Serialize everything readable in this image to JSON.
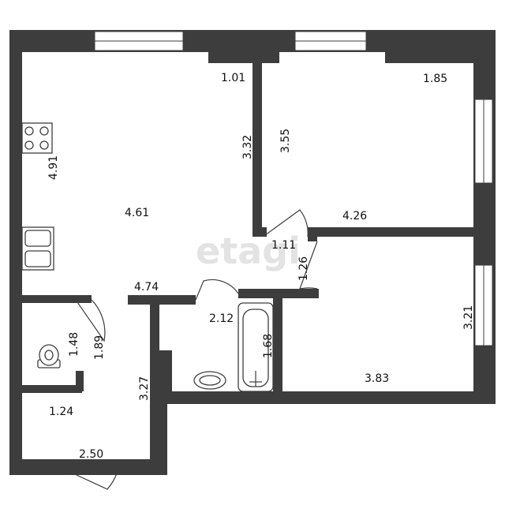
{
  "plan": {
    "watermark": "etagi",
    "labels": {
      "living_top_right": "1.01",
      "living_wall_height": "3.32",
      "living_side": "4.91",
      "living_center": "4.61",
      "living_bottom": "4.74",
      "bedroom_top_right": "1.85",
      "bedroom_side": "3.55",
      "bedroom_bottom": "4.26",
      "hall_door_width": "1.11",
      "hall_door_height": "1.26",
      "bath_door": "2.12",
      "bath_height": "1.68",
      "wc_height": "1.48",
      "wc_door": "1.89",
      "wc_width": "1.24",
      "corridor_height": "3.27",
      "entry_width": "2.50",
      "room2_height": "3.21",
      "room2_width": "3.83"
    }
  }
}
